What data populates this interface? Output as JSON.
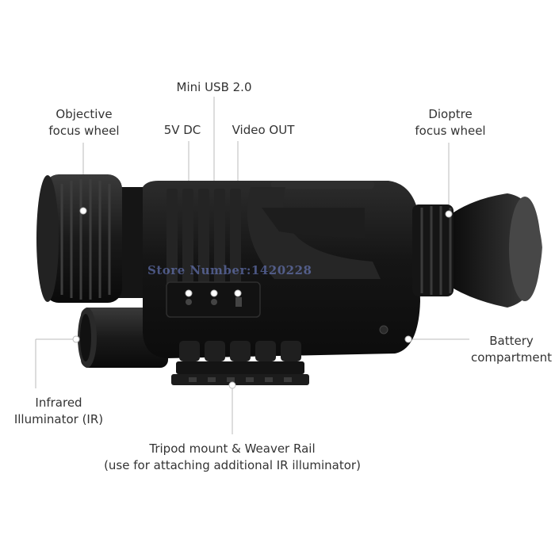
{
  "callouts": {
    "objective_focus_wheel": [
      "Objective",
      "focus wheel"
    ],
    "mini_usb": "Mini USB 2.0",
    "dc_5v": "5V DC",
    "video_out": "Video OUT",
    "dioptre_focus_wheel": [
      "Dioptre",
      "focus wheel"
    ],
    "battery_compartment": [
      "Battery",
      "compartment"
    ],
    "infrared_illuminator": [
      "Infrared",
      "Illuminator (IR)"
    ],
    "tripod_mount": [
      "Tripod mount & Weaver Rail",
      "(use for attaching additional IR illuminator)"
    ]
  },
  "watermark": "Store Number:1420228",
  "colors": {
    "label_text": "#333333",
    "leader_line": "#bbbbbb",
    "device_body": "#1a1a1a",
    "device_highlight": "#3a3a3a",
    "background": "#ffffff"
  }
}
